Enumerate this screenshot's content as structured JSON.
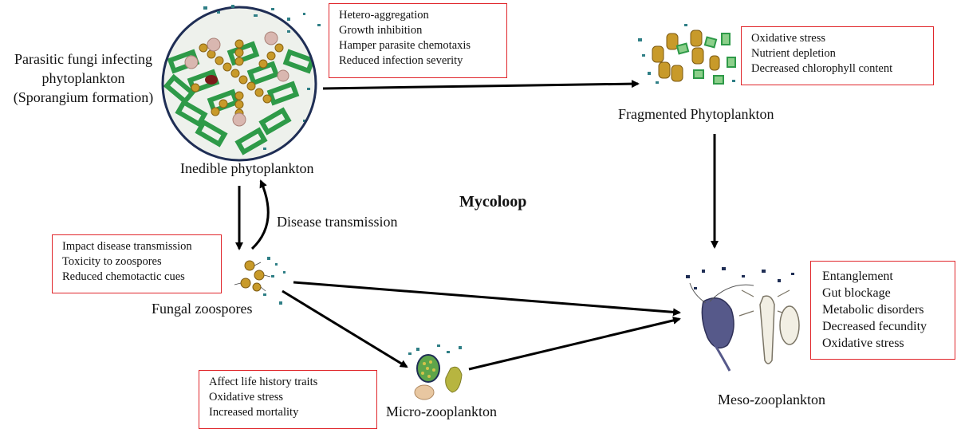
{
  "title": "Mycoloop",
  "nodes": {
    "parasitic_fungi": [
      "Parasitic fungi infecting",
      "phytoplankton",
      "(Sporangium formation)"
    ],
    "inedible": "Inedible phytoplankton",
    "fragmented": "Fragmented Phytoplankton",
    "zoospores": "Fungal zoospores",
    "micro": "Micro-zooplankton",
    "meso": "Meso-zooplankton",
    "disease": "Disease transmission"
  },
  "boxes": {
    "phyto_effects": [
      "Hetero-aggregation",
      "Growth inhibition",
      "Hamper parasite chemotaxis",
      "Reduced infection severity"
    ],
    "fragment_effects": [
      "Oxidative stress",
      "Nutrient depletion",
      "Decreased chlorophyll content"
    ],
    "zoospore_effects": [
      "Impact disease transmission",
      "Toxicity to zoospores",
      "Reduced chemotactic cues"
    ],
    "micro_effects": [
      "Affect life history traits",
      "Oxidative stress",
      "Increased mortality"
    ],
    "meso_effects": [
      "Entanglement",
      "Gut blockage",
      "Metabolic disorders",
      "Decreased fecundity",
      "Oxidative stress"
    ]
  },
  "colors": {
    "box_border": "#e0262b",
    "arrow": "#000000",
    "particle": "#2f7f86",
    "algae_green": "#2e9a48",
    "algae_gold": "#c89a2a"
  }
}
